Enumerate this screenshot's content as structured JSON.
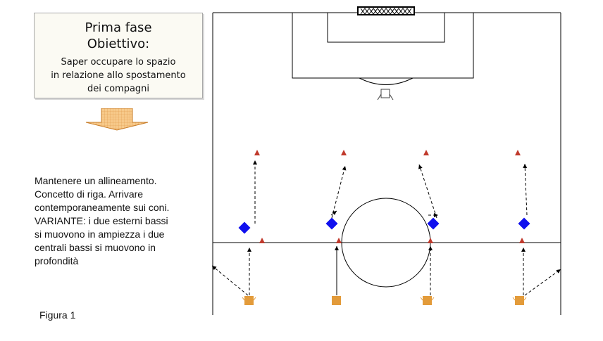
{
  "title_box": {
    "line1": "Prima fase",
    "line2": "Obiettivo:",
    "objective_lines": [
      "Saper occupare lo spazio",
      "in relazione allo spostamento",
      "dei compagni"
    ]
  },
  "description_lines": [
    "Mantenere un allineamento.",
    "Concetto di riga. Arrivare",
    "contemporaneamente sui coni.",
    "VARIANTE: i due esterni bassi",
    "si muovono in ampiezza i due",
    "centrali bassi si muovono in",
    "profondità"
  ],
  "figure_label": "Figura 1",
  "colors": {
    "cone": "#c0392b",
    "player_start": "#e39b3a",
    "player_arrival": "#1010ee",
    "arrow_fill": "#f5c27a",
    "line": "#000000"
  },
  "icons": [
    "down-arrow-icon",
    "goal-net-icon"
  ]
}
